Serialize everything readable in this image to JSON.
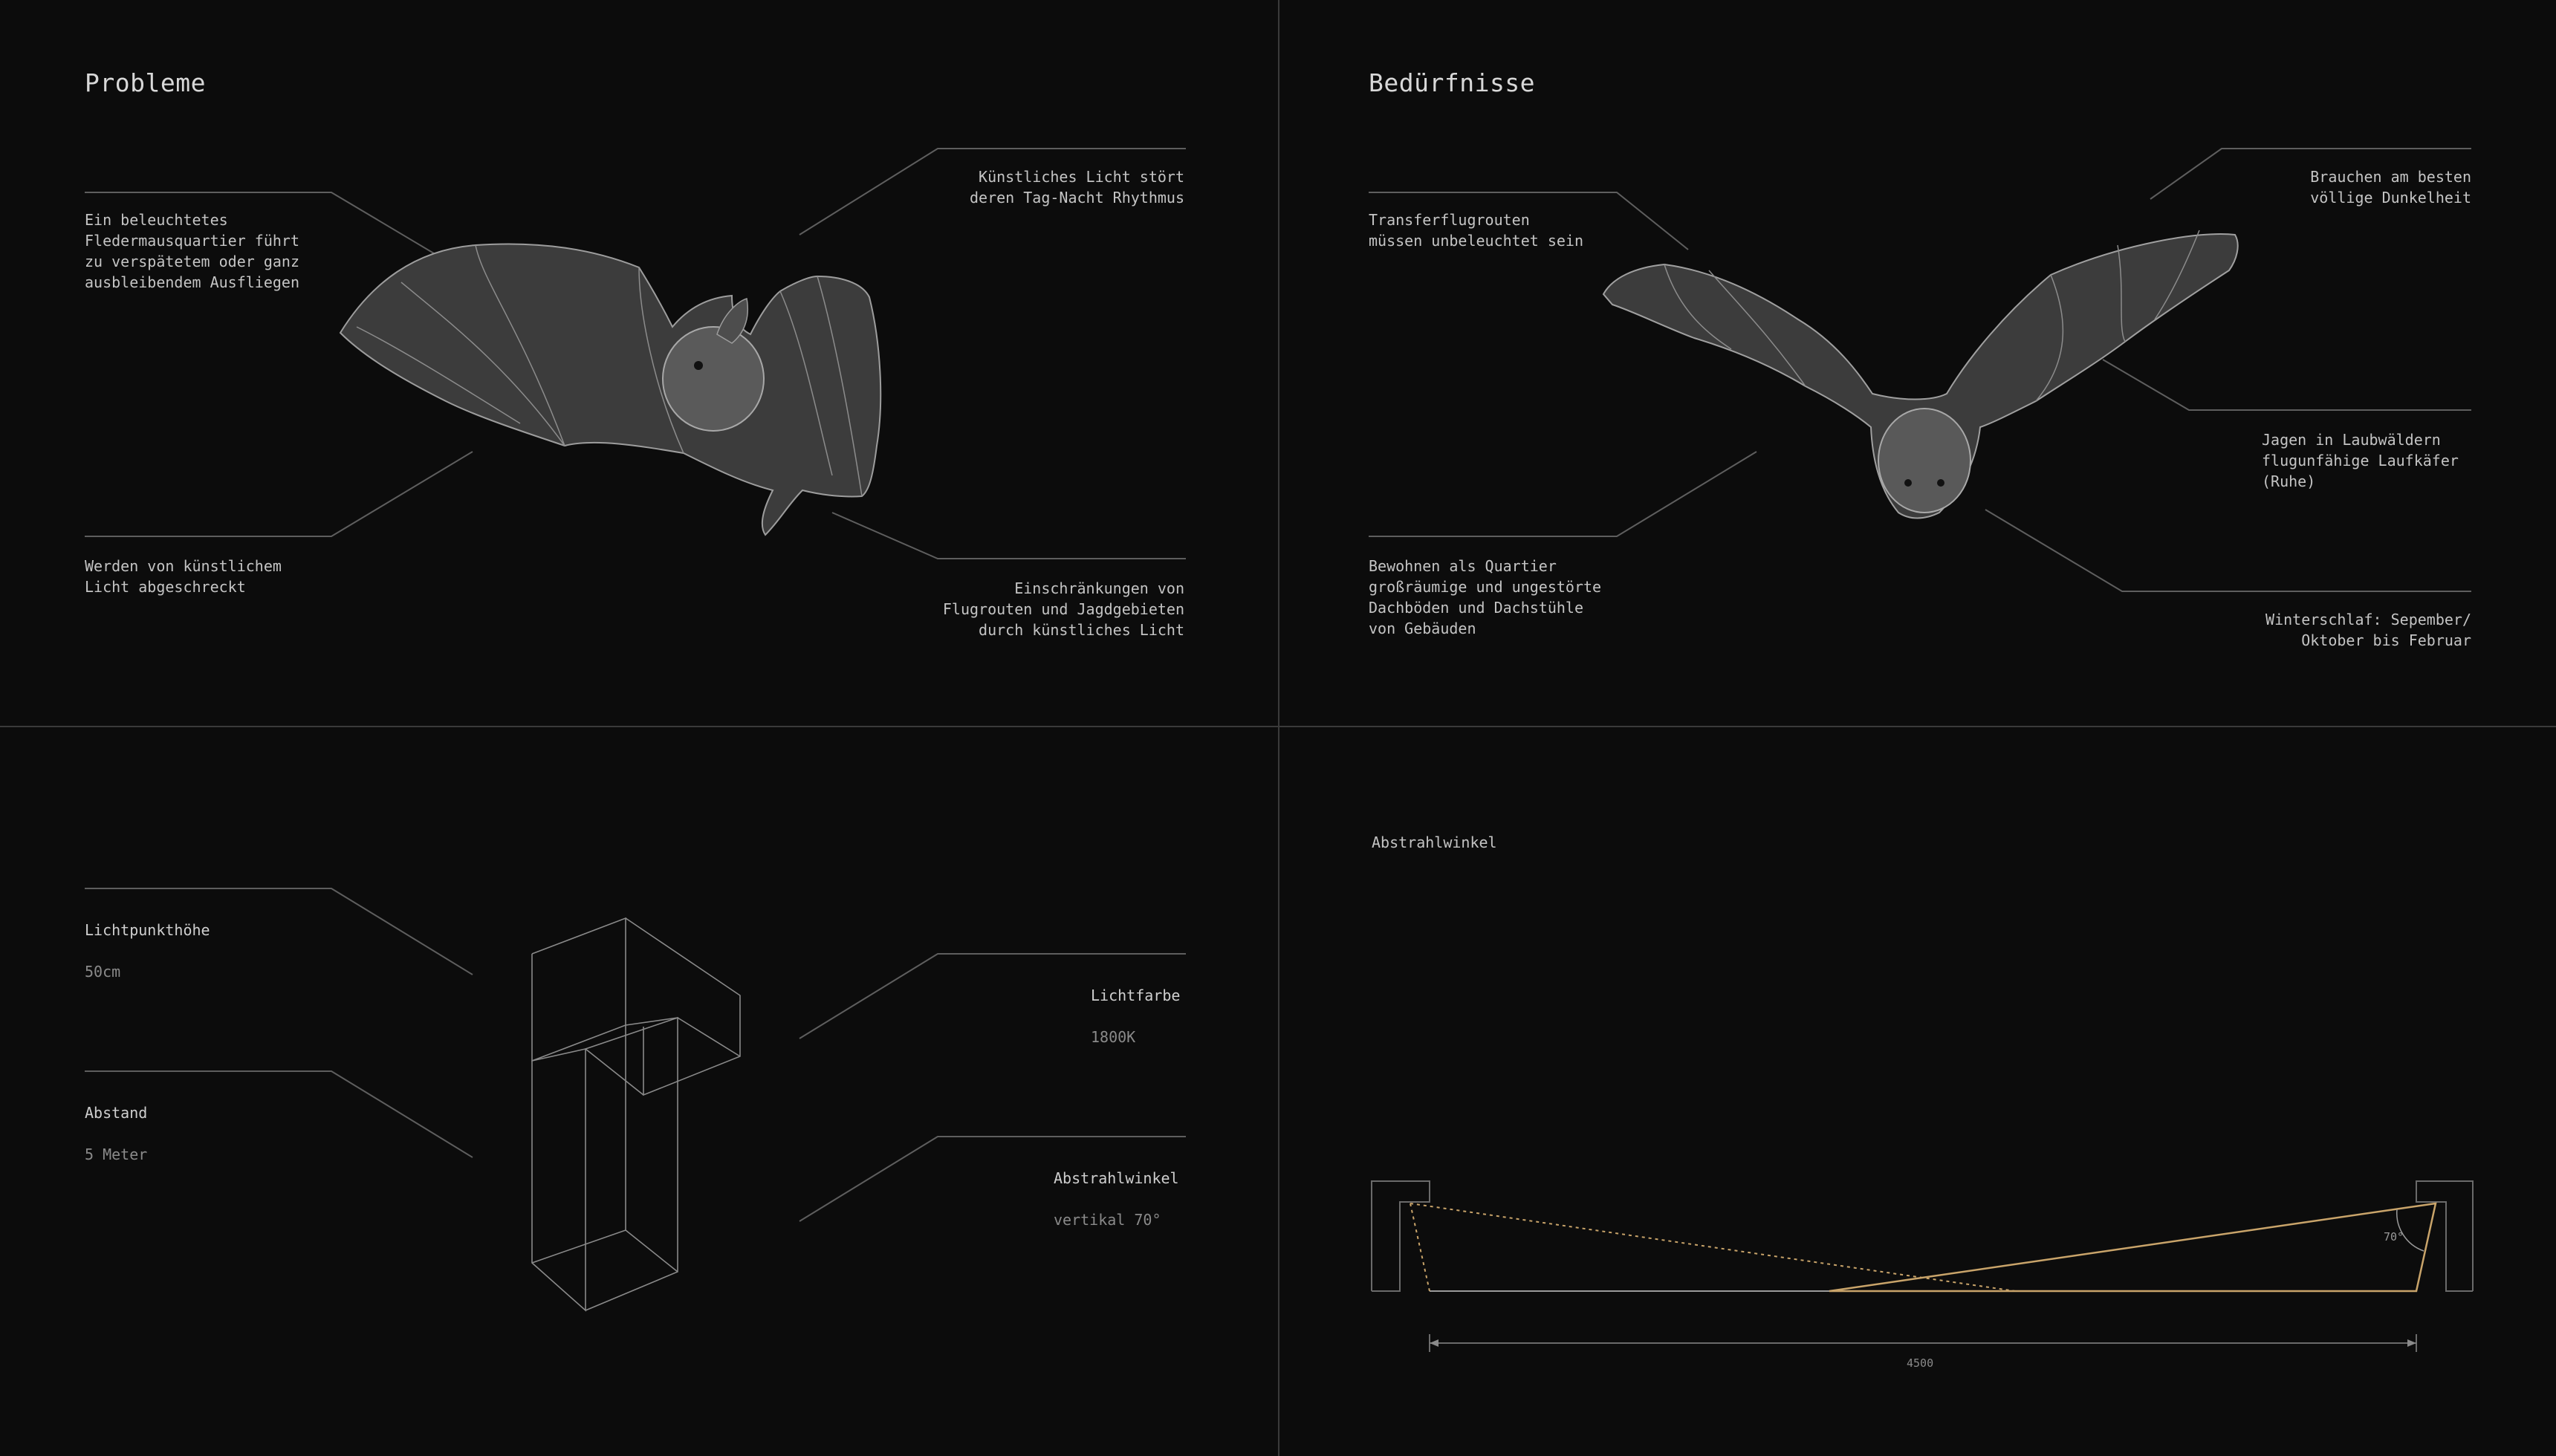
{
  "problems": {
    "title": "Probleme",
    "notes": [
      "Ein beleuchtetes\nFledermausquartier führt\nzu verspätetem oder ganz\nausbleibendem Ausfliegen",
      "Künstliches Licht stört\nderen Tag-Nacht Rhythmus",
      "Werden von künstlichem\nLicht abgeschreckt",
      "Einschränkungen von\nFlugrouten und Jagdgebieten\ndurch künstliches Licht"
    ]
  },
  "needs": {
    "title": "Bedürfnisse",
    "notes": [
      "Transferflugrouten\nmüssen unbeleuchtet sein",
      "Brauchen am besten\nvöllige Dunkelheit",
      "Jagen in Laubwäldern\nflugunfähige Laufkäfer\n(Ruhe)",
      "Bewohnen als Quartier\ngroßräumige und ungestörte\nDachböden und Dachstühle\nvon Gebäuden",
      "Winterschlaf: Sepember/\nOktober bis Februar"
    ]
  },
  "lamp": {
    "specs": [
      {
        "label": "Lichtpunkthöhe",
        "value": "50cm"
      },
      {
        "label": "Abstand",
        "value": "5 Meter"
      },
      {
        "label": "Lichtfarbe",
        "value": "1800K"
      },
      {
        "label": "Abstrahlwinkel",
        "value": "vertikal 70°"
      }
    ]
  },
  "beam": {
    "title": "Abstrahlwinkel",
    "angle_label": "70°",
    "dimension_label": "4500",
    "colors": {
      "beam": "#c9a46a",
      "outline": "#9a9a9a"
    }
  }
}
